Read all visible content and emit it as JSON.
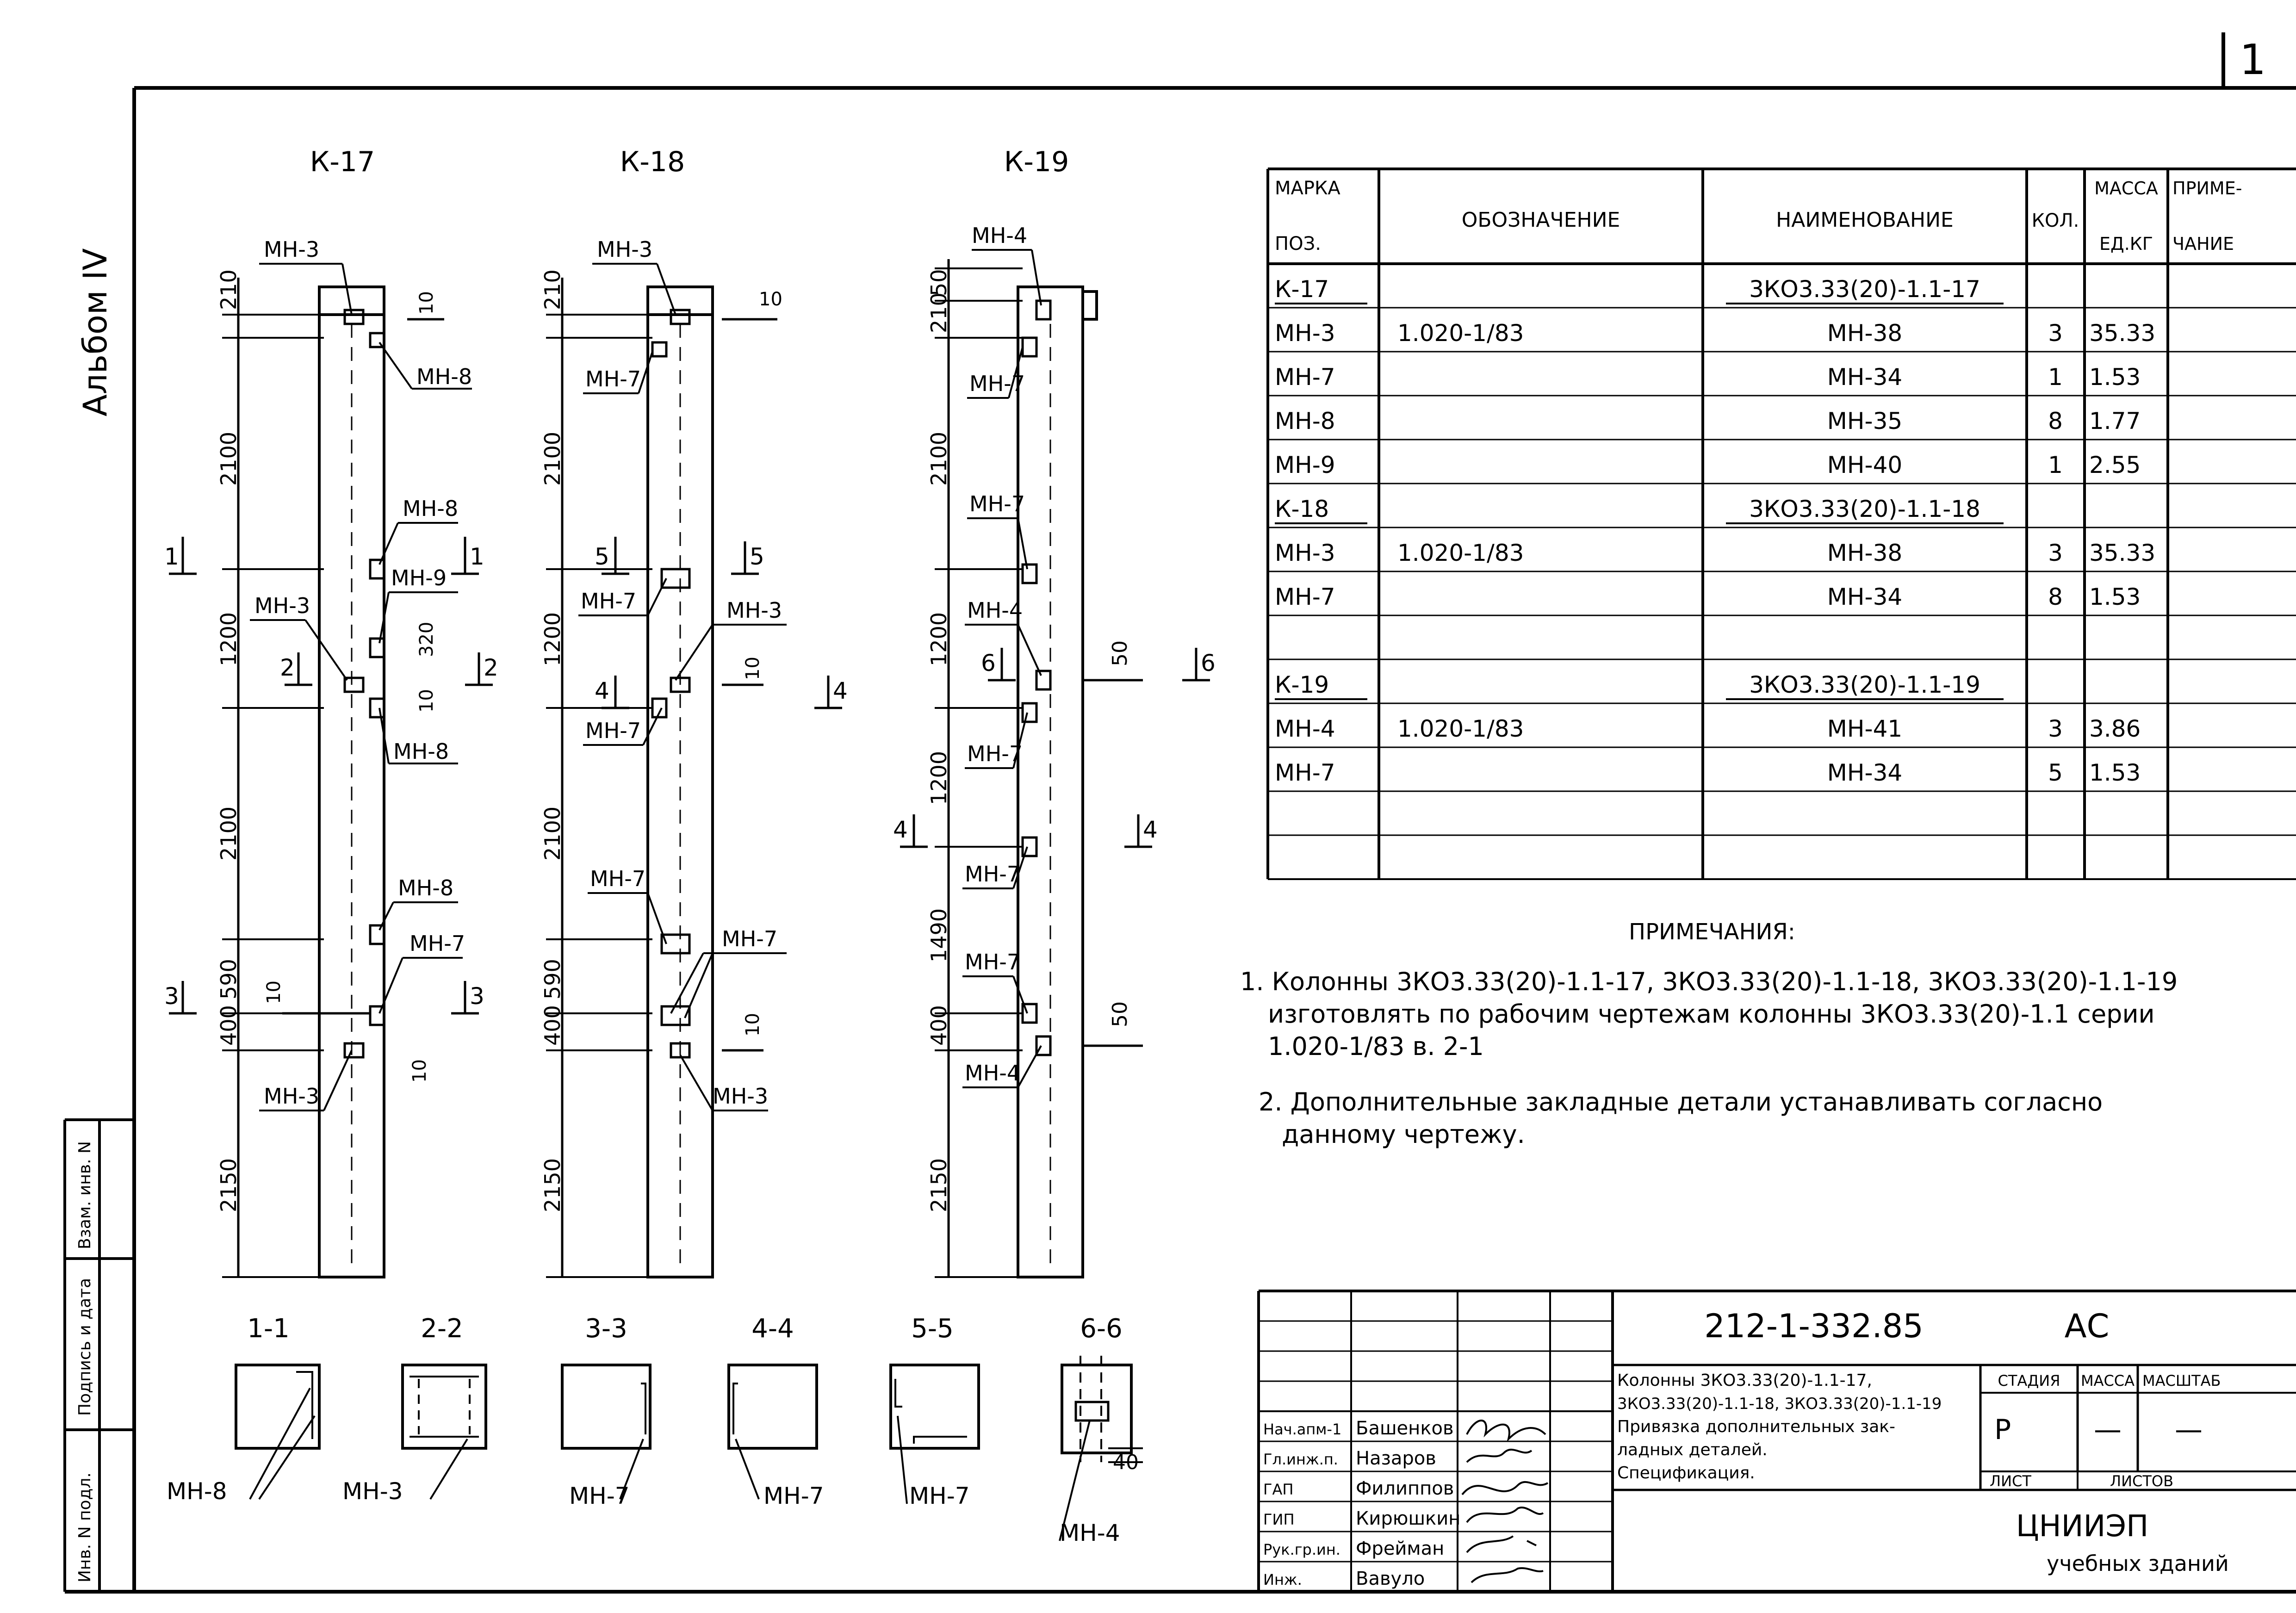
{
  "page_number": "1",
  "album": "Альбом IV",
  "columns": {
    "k17": {
      "title": "К-17",
      "parts": [
        "МН-3",
        "МН-8",
        "МН-8",
        "МН-9",
        "МН-3",
        "МН-8",
        "МН-8",
        "МН-7",
        "МН-3"
      ],
      "dims": [
        "210",
        "2100",
        "1200",
        "2100",
        "590",
        "400",
        "2150",
        "10",
        "320",
        "10",
        "10",
        "10"
      ]
    },
    "k18": {
      "title": "К-18",
      "parts": [
        "МН-3",
        "МН-7",
        "МН-7",
        "МН-3",
        "МН-7",
        "МН-7",
        "МН-7",
        "МН-3"
      ],
      "dims": [
        "210",
        "2100",
        "1200",
        "2100",
        "590",
        "400",
        "2150",
        "10",
        "10",
        "10"
      ]
    },
    "k19": {
      "title": "К-19",
      "parts": [
        "МН-4",
        "МН-7",
        "МН-7",
        "МН-4",
        "МН-7",
        "МН-7",
        "МН-7",
        "МН-4"
      ],
      "dims": [
        "50",
        "210",
        "2100",
        "1200",
        "1200",
        "1490",
        "400",
        "2150",
        "50",
        "50"
      ]
    }
  },
  "cut_marks": [
    "1",
    "1",
    "2",
    "2",
    "3",
    "3",
    "5",
    "5",
    "4",
    "4",
    "6",
    "6",
    "4",
    "4"
  ],
  "sections": [
    {
      "title": "1-1",
      "part": "МН-8"
    },
    {
      "title": "2-2",
      "part": "МН-3"
    },
    {
      "title": "3-3",
      "part": "МН-7"
    },
    {
      "title": "4-4",
      "part": "МН-7"
    },
    {
      "title": "5-5",
      "part": "МН-7"
    },
    {
      "title": "6-6",
      "part": "МН-4",
      "dim": "40"
    }
  ],
  "spec_table": {
    "headers": {
      "mark": "МАРКА",
      "pos": "ПОЗ.",
      "designation": "ОБОЗНАЧЕНИЕ",
      "name": "НАИМЕНОВАНИЕ",
      "qty": "КОЛ.",
      "mass": "МАССА",
      "mass_unit": "ЕД.КГ",
      "note_a": "ПРИМЕ-",
      "note_b": "ЧАНИЕ"
    },
    "rows": [
      {
        "pos": "К-17",
        "designation": "",
        "name": "3КО3.33(20)-1.1-17",
        "qty": "",
        "mass": "",
        "underlined": true
      },
      {
        "pos": "МН-3",
        "designation": "1.020-1/83",
        "name": "МН-38",
        "qty": "3",
        "mass": "35.33"
      },
      {
        "pos": "МН-7",
        "designation": "",
        "name": "МН-34",
        "qty": "1",
        "mass": "1.53"
      },
      {
        "pos": "МН-8",
        "designation": "",
        "name": "МН-35",
        "qty": "8",
        "mass": "1.77"
      },
      {
        "pos": "МН-9",
        "designation": "",
        "name": "МН-40",
        "qty": "1",
        "mass": "2.55"
      },
      {
        "pos": "К-18",
        "designation": "",
        "name": "3КО3.33(20)-1.1-18",
        "qty": "",
        "mass": "",
        "underlined": true
      },
      {
        "pos": "МН-3",
        "designation": "1.020-1/83",
        "name": "МН-38",
        "qty": "3",
        "mass": "35.33"
      },
      {
        "pos": "МН-7",
        "designation": "",
        "name": "МН-34",
        "qty": "8",
        "mass": "1.53"
      },
      {
        "pos": "",
        "designation": "",
        "name": "",
        "qty": "",
        "mass": ""
      },
      {
        "pos": "К-19",
        "designation": "",
        "name": "3КО3.33(20)-1.1-19",
        "qty": "",
        "mass": "",
        "underlined": true
      },
      {
        "pos": "МН-4",
        "designation": "1.020-1/83",
        "name": "МН-41",
        "qty": "3",
        "mass": "3.86"
      },
      {
        "pos": "МН-7",
        "designation": "",
        "name": "МН-34",
        "qty": "5",
        "mass": "1.53"
      },
      {
        "pos": "",
        "designation": "",
        "name": "",
        "qty": "",
        "mass": ""
      },
      {
        "pos": "",
        "designation": "",
        "name": "",
        "qty": "",
        "mass": ""
      }
    ]
  },
  "notes": {
    "title": "ПРИМЕЧАНИЯ:",
    "n1_l1": "1. Колонны 3КО3.33(20)-1.1-17, 3КО3.33(20)-1.1-18, 3КО3.33(20)-1.1-19",
    "n1_l2": "изготовлять по рабочим чертежам колонны 3КО3.33(20)-1.1 серии",
    "n1_l3": "1.020-1/83 в. 2-1",
    "n2_l1": "2. Дополнительные закладные детали устанавливать согласно",
    "n2_l2": "данному чертежу."
  },
  "side_stamp": [
    "Инв. N подл.",
    "Подпись и дата",
    "Взам. инв. N"
  ],
  "title_block": {
    "code": "212-1-332.85",
    "section": "АС",
    "desc": [
      "Колонны 3КО3.33(20)-1.1-17,",
      "3КО3.33(20)-1.1-18, 3КО3.33(20)-1.1-19",
      "Привязка дополнительных зак-",
      "ладных деталей.",
      "Спецификация."
    ],
    "stage_label": "СТАДИЯ",
    "mass_label": "МАССА",
    "scale_label": "МАСШТАБ",
    "stage": "Р",
    "mass": "—",
    "scale": "—",
    "sheet_label": "ЛИСТ",
    "sheets_label": "ЛИСТОВ",
    "org_1": "ЦНИИЭП",
    "org_2": "учебных зданий",
    "staff": [
      {
        "role": "Нач.апм-1",
        "name": "Башенков"
      },
      {
        "role": "Гл.инж.п.",
        "name": "Назаров"
      },
      {
        "role": "ГАП",
        "name": "Филиппов"
      },
      {
        "role": "ГИП",
        "name": "Кирюшкин"
      },
      {
        "role": "Рук.гр.ин.",
        "name": "Фрейман"
      },
      {
        "role": "Инж.",
        "name": "Вавуло"
      }
    ]
  }
}
